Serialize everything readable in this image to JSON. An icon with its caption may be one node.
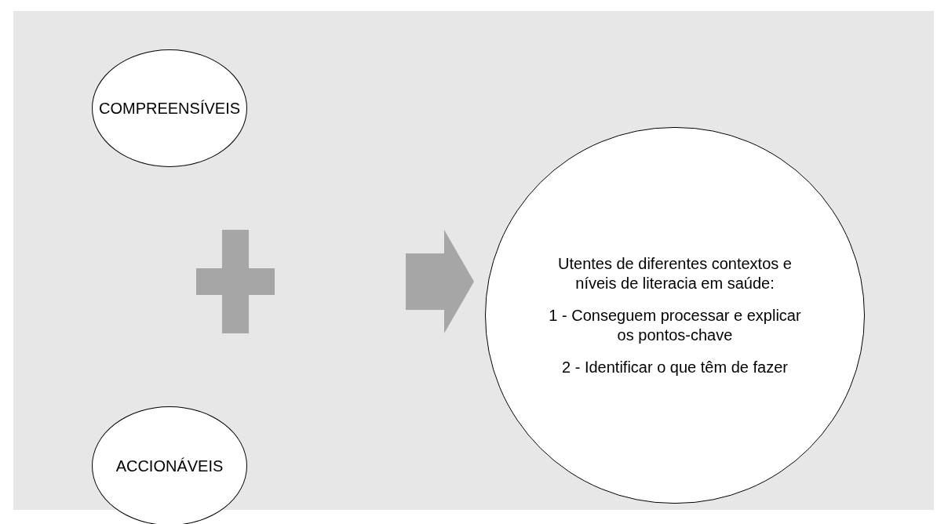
{
  "diagram": {
    "nodes": [
      {
        "text": [
          "COMPREENSÍVEIS"
        ]
      },
      {
        "text": [
          "ACCIONÁVEIS"
        ]
      },
      {
        "text": [
          "Utentes de diferentes contextos e níveis de literacia em saúde:",
          "1 - Conseguem processar e explicar os pontos-chave",
          "2 - Identificar o que têm de fazer"
        ]
      }
    ],
    "edges": [
      {
        "from": null,
        "to": 2,
        "arrow": "to"
      }
    ]
  }
}
